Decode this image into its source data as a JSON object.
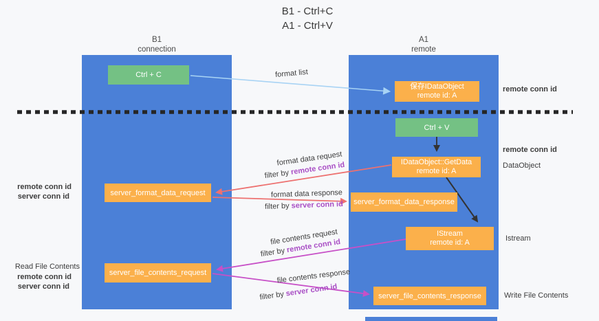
{
  "title": {
    "line1": "B1 - Ctrl+C",
    "line2": "A1 - Ctrl+V"
  },
  "lifelines": {
    "b1": {
      "name": "B1",
      "subtitle": "connection"
    },
    "a1": {
      "name": "A1",
      "subtitle": "remote"
    }
  },
  "nodes": {
    "ctrl_c": {
      "label": "Ctrl + C"
    },
    "ctrl_v": {
      "label": "Ctrl + V"
    },
    "save_dataobject": {
      "line1": "保存IDataObject",
      "line2": "remote id: A"
    },
    "getdata": {
      "line1": "IDataObject::GetData",
      "line2": "remote id: A"
    },
    "istream": {
      "line1": "IStream",
      "line2": "remote id: A"
    },
    "server_format_data_request": {
      "label": "server_format_data_request"
    },
    "server_format_data_response": {
      "label": "server_format_data_response"
    },
    "server_file_contents_request": {
      "label": "server_file_contents_request"
    },
    "server_file_contents_response": {
      "label": "server_file_contents_response"
    }
  },
  "arrows": {
    "format_list": {
      "label": "format list"
    },
    "format_data_request": {
      "label": "format data request",
      "filter_prefix": "filter by ",
      "filter_key": "remote conn id"
    },
    "format_data_response": {
      "label": "format data response",
      "filter_prefix": "filter by ",
      "filter_key": "server conn id"
    },
    "file_contents_request": {
      "label": "file contents request",
      "filter_prefix": "filter by ",
      "filter_key": "remote conn id"
    },
    "file_contents_response": {
      "label": "file contents response",
      "filter_prefix": "filter by ",
      "filter_key": "server conn id"
    }
  },
  "left_annotations": {
    "format": {
      "remote": "remote conn id",
      "server": "server conn id"
    },
    "file": {
      "title": "Read File Contents",
      "remote": "remote conn id",
      "server": "server conn id"
    }
  },
  "right_annotations": {
    "top_remote_conn_id": "remote conn id",
    "mid_remote_conn_id": "remote conn id",
    "dataobject": "DataObject",
    "istream": "Istream",
    "write_file_contents": "Write File Contents"
  },
  "colors": {
    "lifeline_fill": "#4b80d7",
    "action_fill": "#74c184",
    "message_fill": "#fbb04b",
    "format_arrow": "#ed7170",
    "file_arrow": "#c750c7",
    "format_list_arrow": "#a8d3f4",
    "black_arrow": "#333333",
    "remote_conn_id_text": "#a94fc5",
    "server_conn_id_text": "#55ab57",
    "divider": "#262626"
  }
}
